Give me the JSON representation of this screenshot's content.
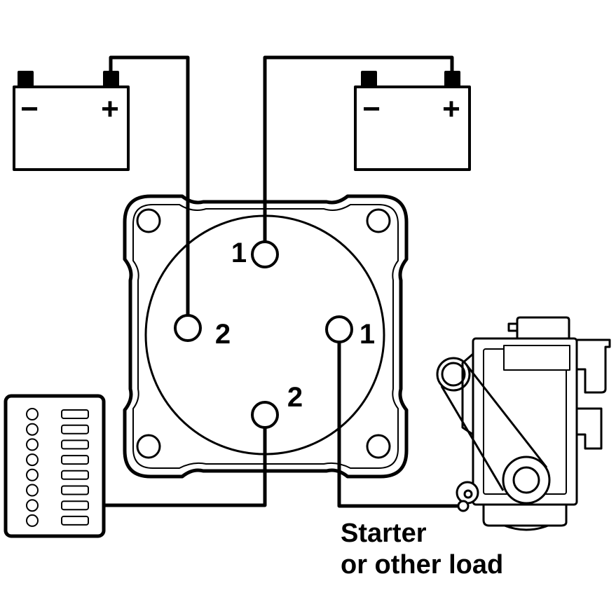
{
  "batteries": [
    {
      "negative": "−",
      "positive": "+"
    },
    {
      "negative": "−",
      "positive": "+"
    }
  ],
  "switch": {
    "post_top": "1",
    "post_left": "2",
    "post_right": "1",
    "post_bottom": "2"
  },
  "load_label": {
    "line1": "Starter",
    "line2": "or other load"
  },
  "colors": {
    "line": "#000000",
    "background": "#ffffff"
  }
}
